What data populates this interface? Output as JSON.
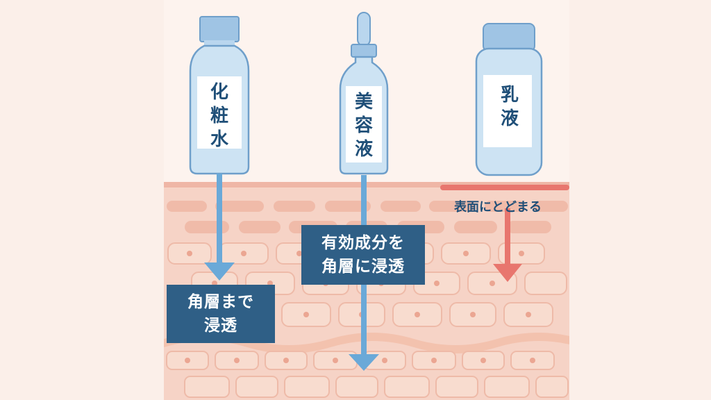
{
  "products": [
    {
      "name_lines": [
        "化",
        "粧",
        "水"
      ],
      "result_lines": [
        "角層まで",
        "浸透"
      ]
    },
    {
      "name_lines": [
        "美",
        "容",
        "液"
      ],
      "result_lines": [
        "有効成分を",
        "角層に浸透"
      ]
    },
    {
      "name_lines": [
        "乳",
        "液"
      ],
      "result_text": "表面にとどまる"
    }
  ],
  "colors": {
    "penetrate_arrow": "#6aa9d8",
    "surface_arrow": "#e8766e",
    "label_box": "#2f5f86",
    "bottle": "#cde3f3",
    "skin": "#f6d2c4"
  }
}
